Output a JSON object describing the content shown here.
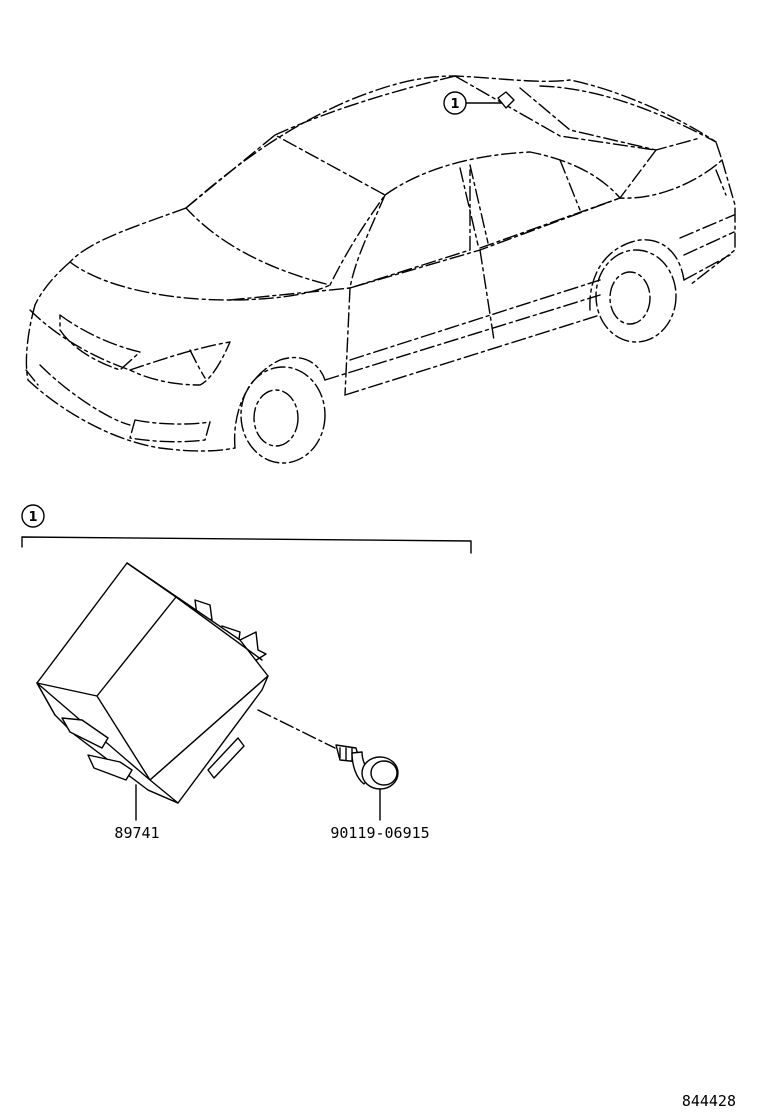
{
  "callouts": {
    "car_marker": "1",
    "detail_marker": "1"
  },
  "parts": {
    "module": "89741",
    "bolt": "90119-06915"
  },
  "illustration_number": "844428"
}
